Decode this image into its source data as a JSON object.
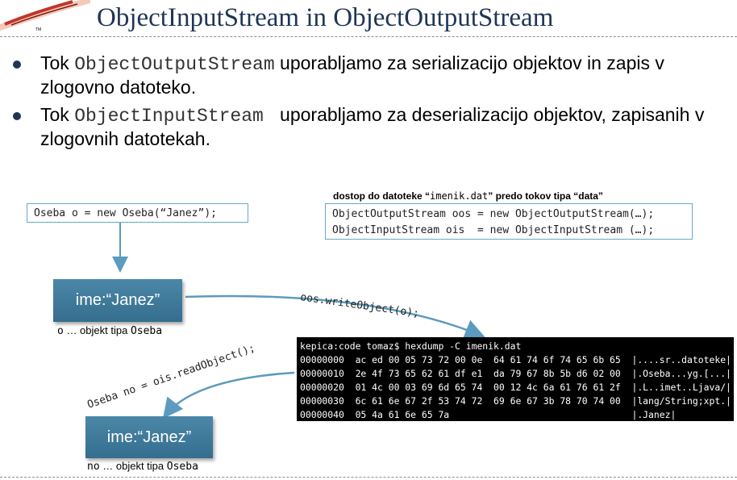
{
  "slide": {
    "title": "ObjectInputStream in ObjectOutputStream",
    "bullets": [
      {
        "prefix": "Tok ",
        "code": "ObjectOutputStream",
        "rest": " uporabljamo za serializacijo objektov in zapis v zlogovno datoteko."
      },
      {
        "prefix": "Tok ",
        "code": "ObjectInputStream ",
        "rest": " uporabljamo za deserializacijo objektov, zapisanih v zlogovnih datotekah."
      }
    ]
  },
  "diagram": {
    "create_code": "Oseba o = new Oseba(“Janez”);",
    "stream_caption": {
      "pre": "dostop do datoteke “",
      "file": "imenik.dat",
      "post": "” predo tokov tipa “data”"
    },
    "stream_lines": [
      "ObjectOutputStream oos = new ObjectOutputStream(…);",
      "ObjectInputStream ois  = new ObjectInputStream (…);"
    ],
    "object_box_top": "ime:“Janez”",
    "object_label_top": {
      "var": "o",
      "mid": " … objekt tipa ",
      "type": "Oseba"
    },
    "write_call": "oos.writeObject(o);",
    "read_call": "Oseba no = ois.readObject();",
    "object_box_bottom": "ime:“Janez”",
    "object_label_bottom": {
      "var": "no",
      "mid": " … objekt tipa ",
      "type": "Oseba"
    },
    "terminal_lines": [
      "kepica:code tomaz$ hexdump -C imenik.dat",
      "00000000  ac ed 00 05 73 72 00 0e  64 61 74 6f 74 65 6b 65  |....sr..datoteke|",
      "00000010  2e 4f 73 65 62 61 df e1  da 79 67 8b 5b d6 02 00  |.Oseba...yg.[...|",
      "00000020  01 4c 00 03 69 6d 65 74  00 12 4c 6a 61 76 61 2f  |.L..imet..Ljava/|",
      "00000030  6c 61 6e 67 2f 53 74 72  69 6e 67 3b 78 70 74 00  |lang/String;xpt.|",
      "00000040  05 4a 61 6e 65 7a                                 |.Janez|"
    ]
  },
  "colors": {
    "title": "#1f3556",
    "box": "#3f7c9d",
    "arrow": "#5b9bbf"
  }
}
